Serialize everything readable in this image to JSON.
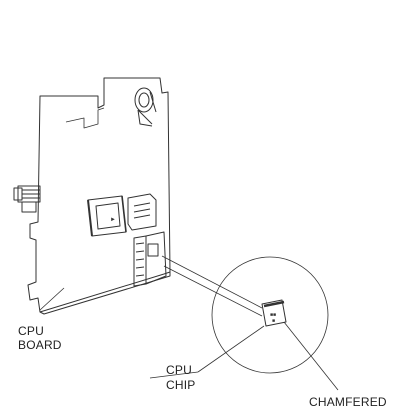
{
  "caption": "",
  "labels": {
    "cpu_board_line1": "CPU",
    "cpu_board_line2": "BOARD",
    "cpu_chip_line1": "CPU",
    "cpu_chip_line2": "CHIP",
    "chamfered": "CHAMFERED"
  }
}
